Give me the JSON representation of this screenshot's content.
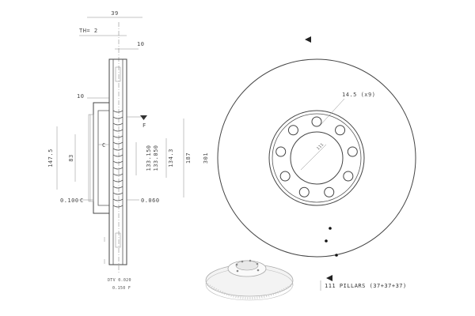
{
  "dimensions": {
    "overall_width": "39",
    "hat_thickness": "TH= 2",
    "top_flange": "10",
    "left_step": "10",
    "outer_dia_left": "147.5",
    "hub_dia": "83",
    "pilot_1": "133.150",
    "pilot_2": "133.050",
    "pilot_3": "134.3",
    "disc_dia_1": "187",
    "disc_dia_2": "301",
    "runout_left": "0.100",
    "runout_left_ref": "C",
    "runout_right": "0.060",
    "datum_c": "C",
    "datum_f": "F",
    "bolt_circle_label": "111",
    "bolt_holes": "14.5 (x9)"
  },
  "notes": {
    "dtv": "DTV 0.020",
    "flatness": "0.150 F",
    "pillars": "111 PILLARS (37+37+37)"
  },
  "icons": {
    "arrow_marker": "triangle-arrow-icon",
    "vent_marker": "dot-marker-icon"
  }
}
